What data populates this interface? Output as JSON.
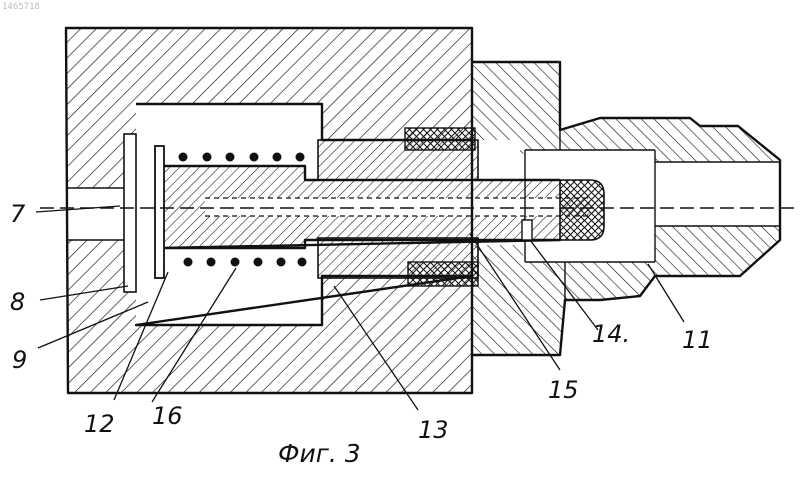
{
  "document_number": "1465718",
  "caption": "Фиг. 3",
  "labels": {
    "l7": "7",
    "l8": "8",
    "l9": "9",
    "l11": "11",
    "l12": "12",
    "l13": "13",
    "l14": "14.",
    "l15": "15",
    "l16": "16"
  },
  "colors": {
    "ink": "#111111",
    "paper": "#ffffff"
  }
}
